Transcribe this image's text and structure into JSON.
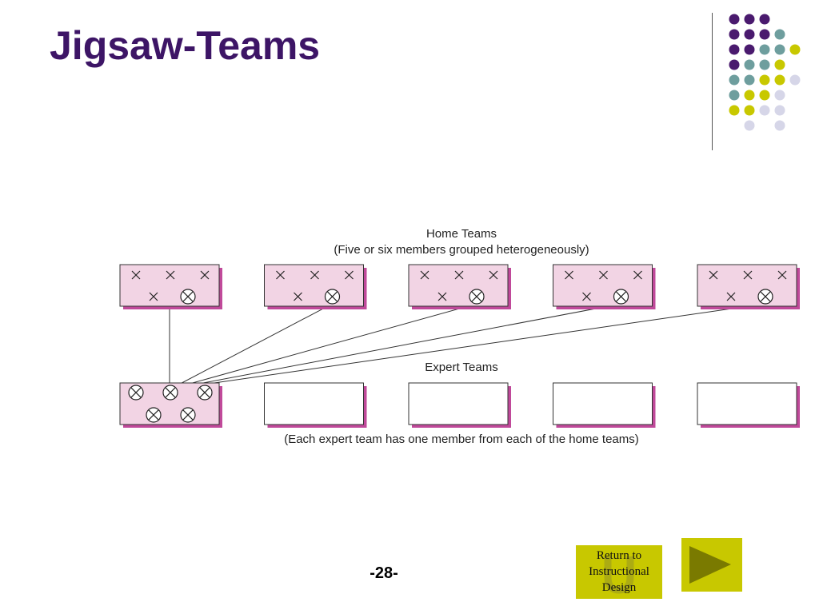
{
  "slide": {
    "title": "Jigsaw-Teams",
    "page_number": "-28-"
  },
  "colors": {
    "title": "#3d1566",
    "box_fill": "#f2d4e4",
    "box_shadow": "#c0499a",
    "button_fill": "#c8c800",
    "arrow": "#7a7a00",
    "dot_purple": "#4a1a6e",
    "dot_teal": "#6e9e9e",
    "dot_olive": "#c8c800",
    "dot_lavender": "#d6d6e8"
  },
  "decoration": {
    "dot_grid": [
      [
        "purple",
        "purple",
        "purple",
        null,
        null
      ],
      [
        "purple",
        "purple",
        "purple",
        "teal",
        null
      ],
      [
        "purple",
        "purple",
        "teal",
        "teal",
        "olive"
      ],
      [
        "purple",
        "teal",
        "teal",
        "olive",
        null
      ],
      [
        "teal",
        "teal",
        "olive",
        "olive",
        "lavender"
      ],
      [
        "teal",
        "olive",
        "olive",
        "lavender",
        null
      ],
      [
        "olive",
        "olive",
        "lavender",
        "lavender",
        null
      ],
      [
        null,
        "lavender",
        null,
        "lavender",
        null
      ]
    ]
  },
  "diagram": {
    "home_teams_title": "Home Teams",
    "home_teams_subtitle": "(Five or six members grouped heterogeneously)",
    "expert_teams_title": "Expert Teams",
    "caption": "(Each expert team has one member from each of the home teams)",
    "home_team_count": 5,
    "expert_team_count": 5,
    "home_team_member_rows": [
      [
        "x",
        "x",
        "x"
      ],
      [
        "x",
        "expert"
      ]
    ],
    "first_expert_team_members": 5,
    "member_symbols": {
      "x": "×",
      "expert": "⊗"
    }
  },
  "nav": {
    "return_label": "Return to Instructional Design",
    "return_icon": "u-return-icon",
    "next_icon": "play-triangle-icon"
  }
}
